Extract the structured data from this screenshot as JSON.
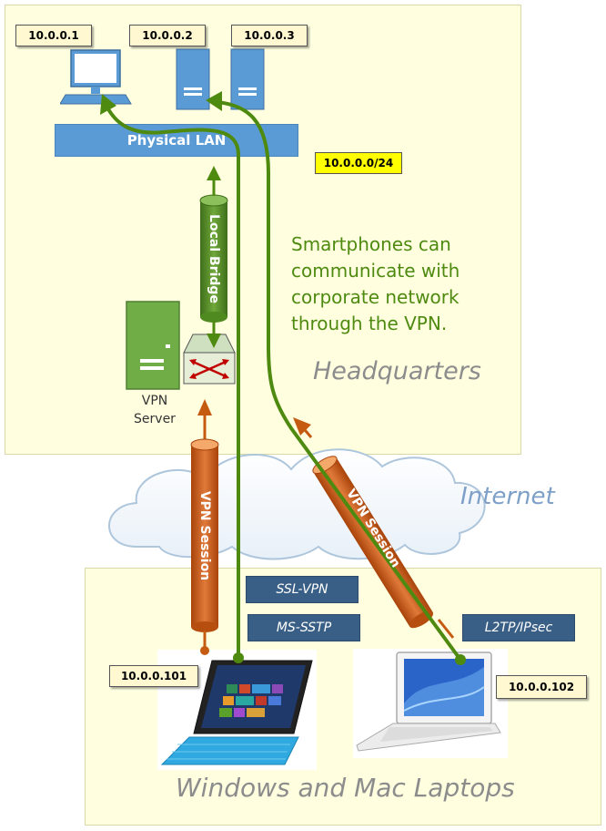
{
  "zones": {
    "headquarters": "Headquarters",
    "laptops": "Windows and Mac Laptops",
    "internet": "Internet"
  },
  "network": {
    "physical_lan": "Physical LAN",
    "subnet": "10.0.0.0/24",
    "local_bridge": "Local Bridge",
    "vpn_server_line1": "VPN",
    "vpn_server_line2": "Server"
  },
  "hosts": {
    "pc": "10.0.0.1",
    "server2": "10.0.0.2",
    "server3": "10.0.0.3",
    "windows_laptop": "10.0.0.101",
    "mac_laptop": "10.0.0.102"
  },
  "sessions": {
    "left": "VPN Session",
    "right": "VPN Session"
  },
  "protocols": {
    "ssl_vpn": "SSL-VPN",
    "ms_sstp": "MS-SSTP",
    "l2tp_ipsec": "L2TP/IPsec"
  },
  "note": {
    "line1": "Smartphones can",
    "line2": "communicate with",
    "line3": "corporate network",
    "line4": "through the VPN."
  },
  "colors": {
    "green": "#4f8a10",
    "orange": "#c55a11",
    "lan_blue": "#5b9bd5",
    "protocol_blue": "#3a5f86",
    "zone_fill": "#ffffe0"
  }
}
